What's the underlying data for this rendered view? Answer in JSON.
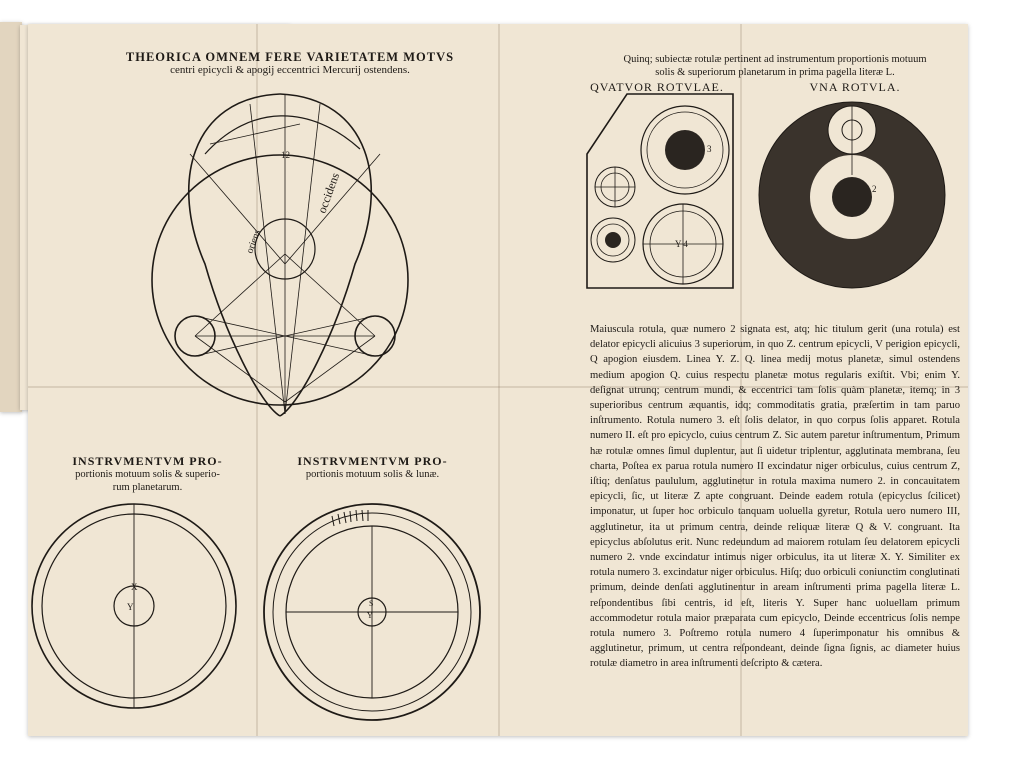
{
  "theorica": {
    "title_line1": "THEORICA OMNEM FERE VARIETATEM MOTVS",
    "title_line2": "centri epicycli & apogij eccentrici Mercurij ostendens."
  },
  "instrumentum_left": {
    "title_line1": "INSTRVMENTVM PRO-",
    "title_line2": "portionis motuum solis & superio-",
    "title_line3": "rum planetarum."
  },
  "instrumentum_right": {
    "title_line1": "INSTRVMENTVM PRO-",
    "title_line2": "portionis motuum solis & lunæ."
  },
  "right_page": {
    "header_line1": "Quinq; subiectæ rotulæ pertinent ad instrumentum proportionis motuum",
    "header_line2": "solis & superiorum planetarum in prima pagella literæ L.",
    "quatuor": "QVATVOR ROTVLAE.",
    "una": "VNA ROTVLA.",
    "body": "Maiuscula rotula, quæ numero 2 signata est, atq; hic titulum gerit (una rotula) est delator epicycli alicuius 3 superiorum, in quo Z. centrum epicycli, V perigion epicycli, Q apogion eiusdem. Linea Y. Z. Q. linea medij motus planetæ, simul ostendens medium apogion Q. cuius respectu planetæ motus regularis exiſtit. Vbi; enim Y. deſignat utrunq; centrum mundi, & eccentrici tam ſolis quàm planetæ, itemq; in 3 superioribus centrum æquantis, idq; commoditatis gratia, præſertim in tam paruo inſtrumento. Rotula numero 3. eſt ſolis delator, in quo corpus ſolis apparet. Rotula numero II. eſt pro epicyclo, cuius centrum Z. Sic autem paretur inſtrumentum, Primum hæ rotulæ omnes ſimul duplentur, aut ſi uidetur triplentur, agglutinata membrana, ſeu charta, Poſtea ex parua rotula numero II excindatur niger orbiculus, cuius centrum Z, iſtiq; denſatus paululum, agglutinetur in rotula maxima numero 2. in concauitatem epicycli, ſic, ut literæ Z apte congruant. Deinde eadem rotula (epicyclus ſcilicet) imponatur, ut ſuper hoc orbiculo tanquam uoluella gyretur, Rotula uero numero III, agglutinetur, ita ut primum centra, deinde reliquæ literæ Q & V. congruant. Ita epicyclus abſolutus erit. Nunc redeundum ad maiorem rotulam ſeu delatorem epicycli numero 2. vnde excindatur intimus niger orbiculus, ita ut literæ X. Y. Similiter ex rotula numero 3. excindatur niger orbiculus. Hiſq; duo orbiculi coniunctim conglutinati primum, deinde denſati agglutinentur in aream inſtrumenti prima pagella literæ L. reſpondentibus ſibi centris, id eſt, literis Y. Super hanc uoluellam primum accommodetur rotula maior præparata cum epicyclo, Deinde eccentricus ſolis nempe rotula numero 3. Poſtremo rotula numero 4 ſuperimponatur his omnibus & agglutinetur, primum, ut centra reſpondeant, deinde ſigna ſignis, ac diameter huius rotulæ diametro in area inſtrumenti deſcripto & cætera."
  },
  "labels": {
    "occidens": "occidens",
    "oriens": "oriens",
    "num12": "12",
    "left_dial_center": "Y",
    "left_dial_top": "X",
    "right_dial_center": "Y",
    "right_dial_top": "S",
    "rot3": "3",
    "rot4": "Y 4",
    "rot2": "2"
  },
  "colors": {
    "paper": "#f0e6d4",
    "ink": "#1e1a16",
    "shadow": "#c9bca6"
  }
}
